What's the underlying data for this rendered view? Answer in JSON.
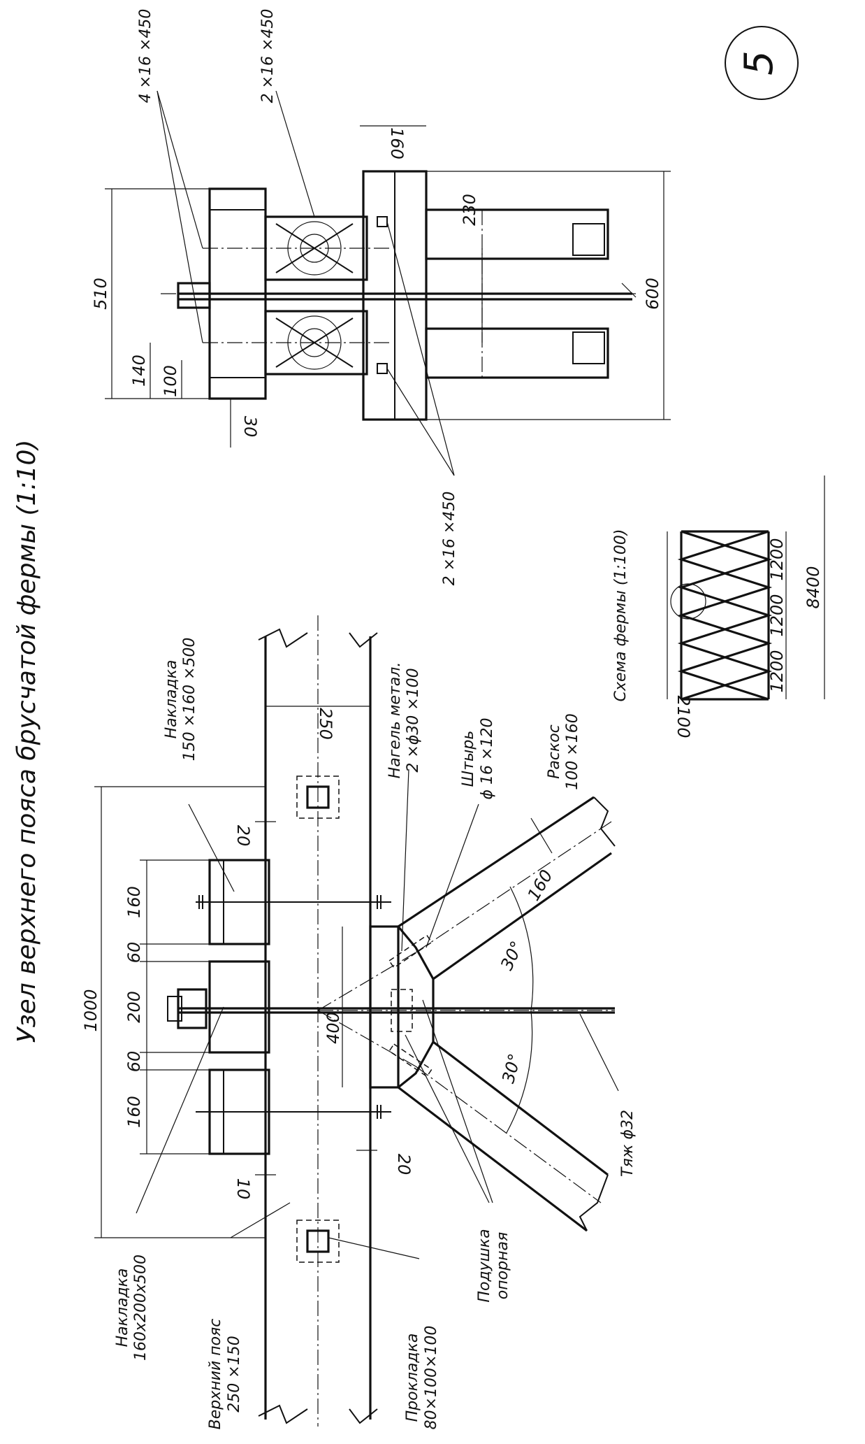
{
  "sheet_number": "5",
  "title": "Узел верхнего пояса брусчатой фермы (1:10)",
  "scheme_title": "Схема фермы (1:100)",
  "labels": {
    "upper_belt_top": "Верхний пояс",
    "upper_belt_bot": "250 ×150",
    "overlay_small_top": "Накладка",
    "overlay_small_bot": "160x200x500",
    "gasket_top": "Прокладка",
    "gasket_bot": "80×100×100",
    "pillow_top": "Подушка",
    "pillow_bot": "опорная",
    "tie": "Тяж ϕ32",
    "brace_top": "Раскос",
    "brace_bot": "100 ×160",
    "pin_top": "Штырь",
    "pin_bot": "ϕ 16 ×120",
    "dowel_top": "Нагель метал.",
    "dowel_bot": "2 ×ϕ30 ×100",
    "overlay_big_top": "Накладка",
    "overlay_big_bot": "150 ×160 ×500",
    "bolt_a": "4 ×16 ×450",
    "bolt_b": "2 ×16 ×450",
    "bolt_c": "2 ×16 ×450"
  },
  "dimensions": {
    "d1000": "1000",
    "d160a": "160",
    "d60a": "60",
    "d200": "200",
    "d60b": "60",
    "d160b": "160",
    "d20a": "20",
    "d10": "10",
    "d400": "400",
    "d20b": "20",
    "d250": "250",
    "d30a": "30°",
    "d30b": "30°",
    "d160c": "160",
    "s510": "510",
    "s140": "140",
    "s100": "100",
    "s30": "30",
    "s160": "160",
    "s230": "230",
    "s600": "600",
    "t2100": "2100",
    "t1200a": "1200",
    "t1200b": "1200",
    "t1200c": "1200",
    "t8400": "8400"
  }
}
